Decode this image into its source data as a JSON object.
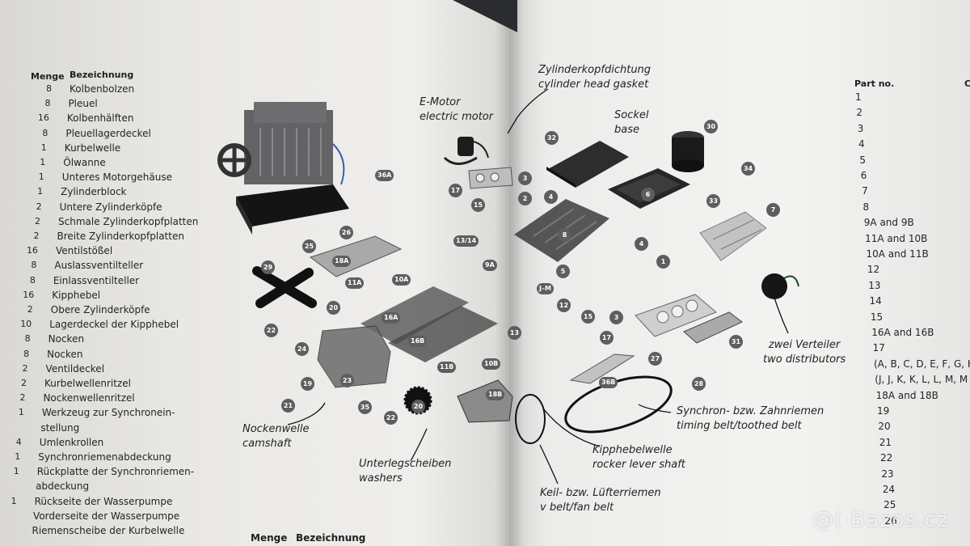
{
  "left_list": {
    "header_qty": "Menge",
    "header_name": "Bezeichnung",
    "rows": [
      {
        "qty": "8",
        "name": "Kolbenbolzen"
      },
      {
        "qty": "8",
        "name": "Pleuel"
      },
      {
        "qty": "16",
        "name": "Kolbenhälften"
      },
      {
        "qty": "8",
        "name": "Pleuellagerdeckel"
      },
      {
        "qty": "1",
        "name": "Kurbelwelle"
      },
      {
        "qty": "1",
        "name": "Ölwanne"
      },
      {
        "qty": "1",
        "name": "Unteres Motorgehäuse"
      },
      {
        "qty": "1",
        "name": "Zylinderblock"
      },
      {
        "qty": "2",
        "name": "Untere Zylinderköpfe"
      },
      {
        "qty": "2",
        "name": "Schmale Zylinderkopfplatten"
      },
      {
        "qty": "2",
        "name": "Breite Zylinderkopfplatten"
      },
      {
        "qty": "16",
        "name": "Ventilstößel"
      },
      {
        "qty": "8",
        "name": "Auslassventilteller"
      },
      {
        "qty": "8",
        "name": "Einlassventilteller"
      },
      {
        "qty": "16",
        "name": "Kipphebel"
      },
      {
        "qty": "2",
        "name": "Obere Zylinderköpfe"
      },
      {
        "qty": "10",
        "name": "Lagerdeckel der Kipphebel"
      },
      {
        "qty": "8",
        "name": "Nocken"
      },
      {
        "qty": "8",
        "name": "Nocken"
      },
      {
        "qty": "2",
        "name": "Ventildeckel"
      },
      {
        "qty": "2",
        "name": "Kurbelwellenritzel"
      },
      {
        "qty": "2",
        "name": "Nockenwellenritzel"
      },
      {
        "qty": "1",
        "name": "Werkzeug zur Synchronein-"
      },
      {
        "qty": "",
        "name": "stellung"
      },
      {
        "qty": "4",
        "name": "Umlenkrollen"
      },
      {
        "qty": "1",
        "name": "Synchronriemenabdeckung"
      },
      {
        "qty": "1",
        "name": "Rückplatte der Synchronriemen-"
      },
      {
        "qty": "",
        "name": "abdeckung"
      },
      {
        "qty": "1",
        "name": "Rückseite der Wasserpumpe"
      },
      {
        "qty": "",
        "name": "Vorderseite der Wasserpumpe"
      },
      {
        "qty": "",
        "name": "Riemenscheibe der Kurbelwelle"
      }
    ],
    "footer_qty": "Menge",
    "footer_name": "Bezeichnung"
  },
  "right_list": {
    "header": "Part no.",
    "header_cut": "C",
    "items": [
      "1",
      "2",
      "3",
      "4",
      "5",
      "6",
      "7",
      "8",
      "9A and 9B",
      "11A and 10B",
      "10A and 11B",
      "12",
      "13",
      "14",
      "15",
      "16A and 16B",
      "17",
      "(A, B, C, D, E, F, G, H",
      "(J, J, K, K, L, L, M, M",
      "18A and 18B",
      "19",
      "20",
      "21",
      "22",
      "23",
      "24",
      "25",
      "26"
    ]
  },
  "labels": {
    "gasket_de": "Zylinderkopfdichtung",
    "gasket_en": "cylinder head gasket",
    "motor_de": "E-Motor",
    "motor_en": "electric motor",
    "base_de": "Sockel",
    "base_en": "base",
    "distributor_de": "zwei Verteiler",
    "distributor_en": "two distributors",
    "timing_de": "Synchron- bzw. Zahnriemen",
    "timing_en": "timing belt/toothed belt",
    "rocker_de": "Kipphebelwelle",
    "rocker_en": "rocker lever shaft",
    "camshaft_de": "Nockenwelle",
    "camshaft_en": "camshaft",
    "washers_de": "Unterlegscheiben",
    "washers_en": "washers",
    "vbelt_de": "Keil- bzw. Lüfterriemen",
    "vbelt_en": "v belt/fan belt"
  },
  "part_numbers": {
    "n32": "32",
    "n30": "30",
    "n34": "34",
    "n36a": "36A",
    "n17a": "17",
    "n15a": "15",
    "n3": "3",
    "n2": "2",
    "n4": "4",
    "n6": "6",
    "n33": "33",
    "n7": "7",
    "n25": "25",
    "n26": "26",
    "n1314": "13/14",
    "n9a": "9A",
    "n8": "8",
    "n18a": "18A",
    "n5": "5",
    "n1": "1",
    "n29": "29",
    "n11a": "11A",
    "n10a": "10A",
    "njm": "J–M",
    "n12": "12",
    "n4b": "4",
    "n20a": "20",
    "n16a": "16A",
    "n3b": "3",
    "n15b": "15",
    "n13": "13",
    "n17b": "17",
    "n22a": "22",
    "n24": "24",
    "n16b": "16B",
    "n31": "31",
    "n27": "27",
    "n11b": "11B",
    "n10b": "10B",
    "n36b": "36B",
    "n28": "28",
    "n23": "23",
    "n19": "19",
    "n21": "21",
    "n35": "35",
    "n22b": "22",
    "n20b": "20",
    "n18b": "18B"
  },
  "watermark": "@( Bazos.cz"
}
